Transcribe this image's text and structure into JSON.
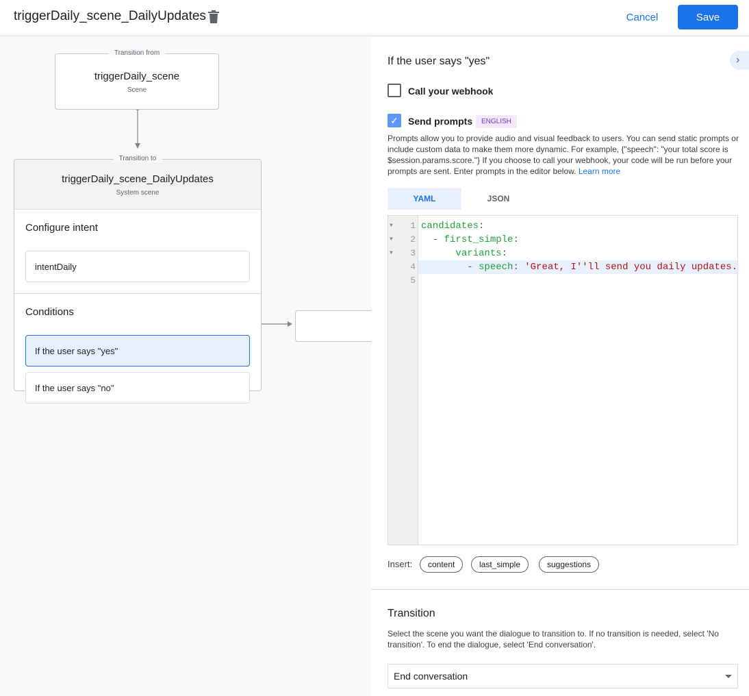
{
  "header": {
    "title": "triggerDaily_scene_DailyUpdates",
    "cancel": "Cancel",
    "save": "Save"
  },
  "canvas": {
    "from": {
      "legend": "Transition from",
      "name": "triggerDaily_scene",
      "type": "Scene"
    },
    "to": {
      "legend": "Transition to",
      "name": "triggerDaily_scene_DailyUpdates",
      "type": "System scene",
      "intent_title": "Configure intent",
      "intent": "intentDaily",
      "conditions_title": "Conditions",
      "conditions": [
        "If the user says \"yes\"",
        "If the user says \"no\""
      ]
    }
  },
  "panel": {
    "title": "If the user says \"yes\"",
    "webhook_label": "Call your webhook",
    "webhook_checked": false,
    "prompts_label": "Send prompts",
    "prompts_checked": true,
    "language_badge": "ENGLISH",
    "description": "Prompts allow you to provide audio and visual feedback to users. You can send static prompts or include custom data to make them more dynamic. For example, {\"speech\": \"your total score is $session.params.score.\"} If you choose to call your webhook, your code will be run before your prompts are sent. Enter prompts in the editor below.",
    "learn_more": "Learn more",
    "tabs": [
      "YAML",
      "JSON"
    ],
    "active_tab": "YAML",
    "editor_lines": [
      "1",
      "2",
      "3",
      "4",
      "5"
    ],
    "code": {
      "l1k": "candidates",
      "l2k": "first_simple",
      "l3k": "variants",
      "l4k": "speech",
      "l4v": "'Great, I''ll send you daily updates."
    },
    "insert_label": "Insert:",
    "insert_chips": [
      "content",
      "last_simple",
      "suggestions"
    ],
    "transition_title": "Transition",
    "transition_desc": "Select the scene you want the dialogue to transition to. If no transition is needed, select 'No transition'. To end the dialogue, select 'End conversation'.",
    "transition_value": "End conversation"
  },
  "colors": {
    "accent": "#1a73e8",
    "selected": "#e8f0fe",
    "code_key": "#22a13a",
    "code_string": "#b31412"
  }
}
